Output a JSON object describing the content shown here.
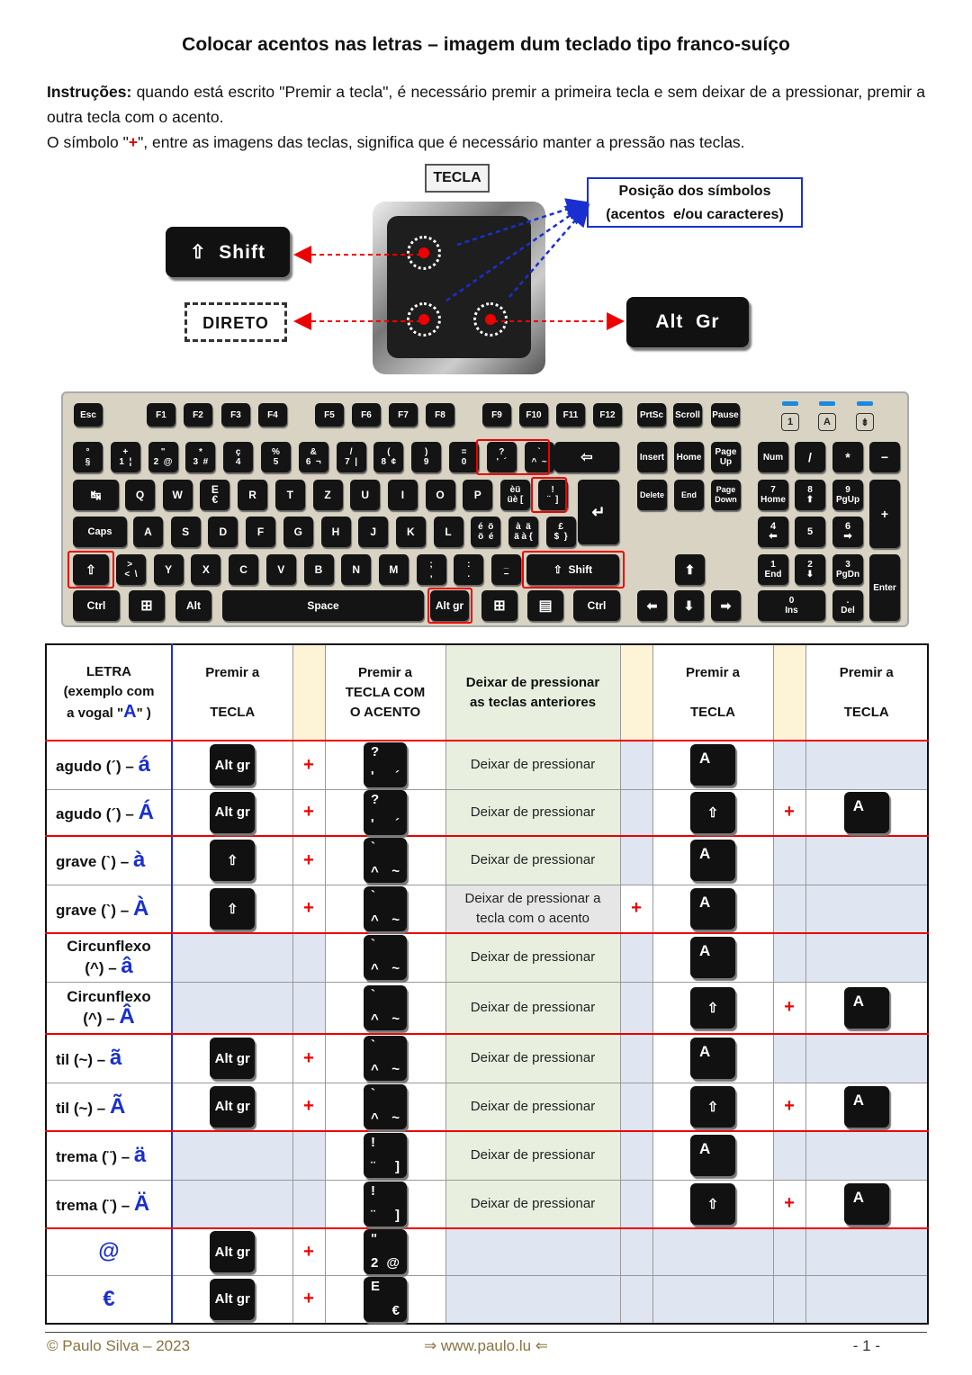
{
  "title": "Colocar acentos nas letras – imagem dum teclado tipo franco-suíço",
  "instructions": {
    "label": "Instruções:",
    "line1": " quando está escrito \"Premir a tecla\", é necessário premir a primeira tecla e sem deixar de a pressionar, premir a outra tecla com o acento.",
    "line2a": "O símbolo \"",
    "line2plus": "+",
    "line2b": "\", entre as imagens das teclas, significa que é necessário manter a pressão nas teclas."
  },
  "diagram": {
    "tecla": "TECLA",
    "posicao": "Posição dos símbolos\n(acentos  e/ou caracteres)",
    "shift": "⇧  Shift",
    "direto": "DIRETO",
    "altgr": "Alt  Gr"
  },
  "keyboard": {
    "row0": [
      "Esc",
      "F1",
      "F2",
      "F3",
      "F4",
      "F5",
      "F6",
      "F7",
      "F8",
      "F9",
      "F10",
      "F11",
      "F12",
      "PrtSc",
      "Scroll",
      "Pause"
    ],
    "locks": [
      "1",
      "A",
      "⇟"
    ],
    "row1": [
      "°\n§",
      "+\n1  ¦",
      "\"\n2  @",
      "*\n3  #",
      "ç\n4",
      "%\n5",
      "&\n6  ¬",
      "/\n7  |",
      "(\n8  ¢",
      ")\n9",
      "=\n0",
      "?\n'  ´",
      "`\n^  ~",
      "⇦"
    ],
    "nav1": [
      "Insert",
      "Home",
      "Page\nUp"
    ],
    "num1": [
      "Num",
      "/",
      "*",
      "−"
    ],
    "row2": [
      "↹",
      "Q",
      "W",
      "E\n€",
      "R",
      "T",
      "Z",
      "U",
      "I",
      "O",
      "P",
      "èü\nüè [",
      "!\n¨  ]",
      "↵"
    ],
    "nav2": [
      "Delete",
      "End",
      "Page\nDown"
    ],
    "num2": [
      "7\nHome",
      "8\n⬆",
      "9\nPgUp",
      "+"
    ],
    "row3": [
      "Caps",
      "A",
      "S",
      "D",
      "F",
      "G",
      "H",
      "J",
      "K",
      "L",
      "é  ö\nö  é",
      "à  ä\nä à {",
      "£\n$  }"
    ],
    "num3": [
      "4\n⬅",
      "5",
      "6\n➡"
    ],
    "row4": [
      "⇧",
      "> \n<  \\",
      "Y",
      "X",
      "C",
      "V",
      "B",
      "N",
      "M",
      ";\n,",
      ":\n.",
      "_\n−",
      "⇧  Shift"
    ],
    "up": "⬆",
    "num4": [
      "1\nEnd",
      "2\n⬇",
      "3\nPgDn",
      "Enter"
    ],
    "row5": [
      "Ctrl",
      "⊞",
      "Alt",
      "Space",
      "Alt gr",
      "⊞",
      "▤",
      "Ctrl"
    ],
    "arrows": [
      "⬅",
      "⬇",
      "➡"
    ],
    "num5": [
      "0\nIns",
      ".\nDel"
    ]
  },
  "table": {
    "headers": {
      "letra": "LETRA\n(exemplo com\na vogal \"",
      "letraA": "A",
      "letraEnd": "\" )",
      "premir1": "Premir a\n\nTECLA",
      "premir2": "Premir a\nTECLA COM\nO ACENTO",
      "deixar": "Deixar de pressionar\nas teclas anteriores",
      "premir3": "Premir a\n\nTECLA",
      "premir4": "Premir a\n\nTECLA"
    },
    "rows": [
      {
        "name": "agudo (´) – ",
        "acc": "á",
        "k1": "Alt gr",
        "k2": [
          "?",
          "'",
          "´"
        ],
        "release": "Deixar de pressionar",
        "k3": "A",
        "k4": ""
      },
      {
        "name": "agudo (´) – ",
        "acc": "Á",
        "k1": "Alt gr",
        "k2": [
          "?",
          "'",
          "´"
        ],
        "release": "Deixar de pressionar",
        "k3": "⇧",
        "k4": "A"
      },
      {
        "name": "grave (`) – ",
        "acc": "à",
        "k1": "⇧",
        "k2": [
          "`",
          "^",
          "~"
        ],
        "release": "Deixar de pressionar",
        "k3": "A",
        "k4": ""
      },
      {
        "name": "grave (`) – ",
        "acc": "À",
        "k1": "⇧",
        "k2": [
          "`",
          "^",
          "~"
        ],
        "release": "Deixar de pressionar a\ntecla com o acento",
        "k3": "A",
        "k4": ""
      },
      {
        "name": "Circunflexo\n(^) – ",
        "acc": "â",
        "k1": "",
        "k2": [
          "`",
          "^",
          "~"
        ],
        "release": "Deixar de pressionar",
        "k3": "A",
        "k4": ""
      },
      {
        "name": "Circunflexo\n(^) – ",
        "acc": "Â",
        "k1": "",
        "k2": [
          "`",
          "^",
          "~"
        ],
        "release": "Deixar de pressionar",
        "k3": "⇧",
        "k4": "A"
      },
      {
        "name": "til (~) – ",
        "acc": "ã",
        "k1": "Alt gr",
        "k2": [
          "`",
          "^",
          "~"
        ],
        "release": "Deixar de pressionar",
        "k3": "A",
        "k4": ""
      },
      {
        "name": "til (~) – ",
        "acc": "Ã",
        "k1": "Alt gr",
        "k2": [
          "`",
          "^",
          "~"
        ],
        "release": "Deixar de pressionar",
        "k3": "⇧",
        "k4": "A"
      },
      {
        "name": "trema (¨) – ",
        "acc": "ä",
        "k1": "",
        "k2": [
          "!",
          "¨",
          "]"
        ],
        "release": "Deixar de pressionar",
        "k3": "A",
        "k4": ""
      },
      {
        "name": "trema (¨) – ",
        "acc": "Ä",
        "k1": "",
        "k2": [
          "!",
          "¨",
          "]"
        ],
        "release": "Deixar de pressionar",
        "k3": "⇧",
        "k4": "A"
      },
      {
        "name": "",
        "acc": "@",
        "k1": "Alt gr",
        "k2": [
          "\"",
          "2",
          "@"
        ],
        "release": "",
        "k3": "",
        "k4": ""
      },
      {
        "name": "",
        "acc": "€",
        "k1": "Alt gr",
        "k2": [
          "E",
          "",
          "€"
        ],
        "release": "",
        "k3": "",
        "k4": ""
      }
    ],
    "plus": "+"
  },
  "footer": {
    "left": "© Paulo Silva – 2023",
    "center": "⇒  www.paulo.lu  ⇐",
    "right": "- 1 -"
  }
}
